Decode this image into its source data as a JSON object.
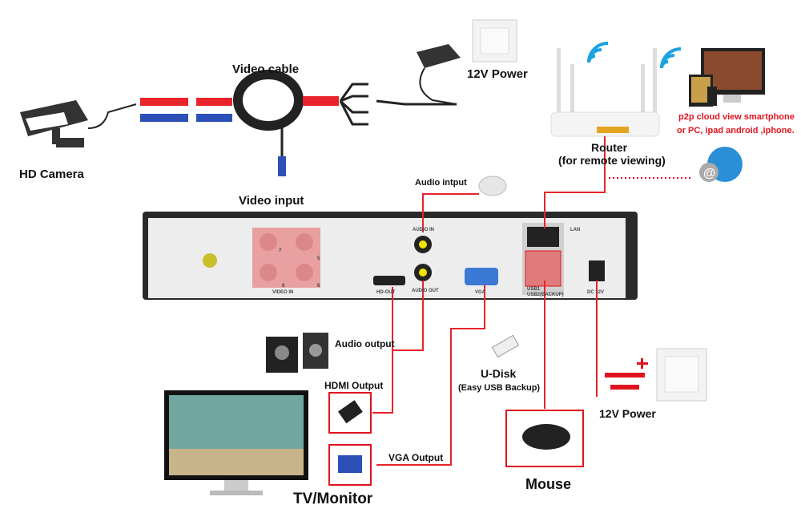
{
  "labels": {
    "hd_camera": "HD Camera",
    "video_cable": "Video cable",
    "video_input": "Video input",
    "power_top": "12V Power",
    "router": "Router",
    "router_sub": "(for remote viewing)",
    "p2p_line1": "p2p cloud  view smartphone",
    "p2p_line2": "or PC, ipad android ,iphone.",
    "audio_input": "Audio intput",
    "audio_output": "Audio output",
    "hdmi_output": "HDMI Output",
    "vga_output": "VGA Output",
    "tv_monitor": "TV/Monitor",
    "u_disk": "U-Disk",
    "u_disk_sub": "(Easy USB Backup)",
    "mouse": "Mouse",
    "power_bottom": "12V Power"
  },
  "panel": {
    "video_in": "VIDEO IN",
    "hd_out": "HD-OUT",
    "audio_in": "AUDIO IN",
    "audio_out": "AUDIO OUT",
    "vga": "VGA",
    "lan": "LAN",
    "usb1": "USB1",
    "usb2": "USB2(BACKUP)",
    "dc": "DC 12V",
    "ports": [
      "7",
      "5",
      "8",
      "6"
    ]
  },
  "colors": {
    "accent": "#e0141e",
    "wire": "#e8232b",
    "wifi": "#1aa3e0"
  }
}
